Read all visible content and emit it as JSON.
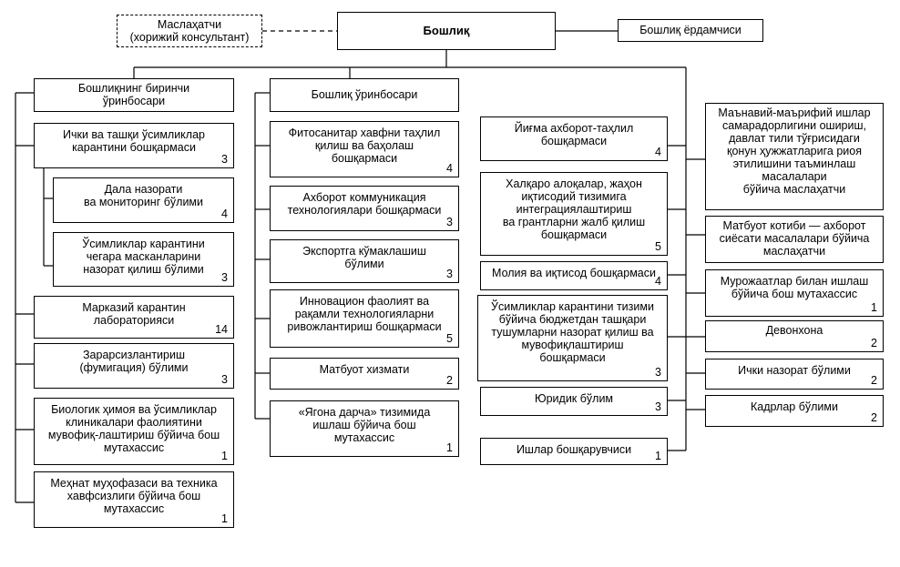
{
  "top": {
    "head": {
      "title": "Бошлиқ"
    },
    "consultant": {
      "title": "Маслаҳатчи\n(хорижий консультант)"
    },
    "assistant": {
      "title": "Бошлиқ ёрдамчиси"
    }
  },
  "col1": {
    "header": {
      "title": "Бошлиқнинг биринчи\nўринбосари"
    },
    "items": [
      {
        "title": "Ички ва ташқи ўсимликлар\nкарантини бошқармаси",
        "count": "3"
      },
      {
        "title": "Дала назорати\nва мониторинг бўлими",
        "count": "4"
      },
      {
        "title": "Ўсимликлар карантини\nчегара масканларини\nназорат қилиш бўлими",
        "count": "3"
      },
      {
        "title": "Марказий карантин\nлабораторияси",
        "count": "14"
      },
      {
        "title": "Зарарсизлантириш\n(фумигация) бўлими",
        "count": "3"
      },
      {
        "title": "Биологик ҳимоя ва ўсимликлар\nклиникалари фаолиятини\nмувофиқ-лаштириш бўйича бош\nмутахассис",
        "count": "1"
      },
      {
        "title": "Меҳнат муҳофазаси ва техника\nхавфсизлиги бўйича бош\nмутахассис",
        "count": "1"
      }
    ]
  },
  "col2": {
    "header": {
      "title": "Бошлиқ ўринбосари"
    },
    "items": [
      {
        "title": "Фитосанитар хавфни таҳлил\nқилиш ва баҳолаш\nбошқармаси",
        "count": "4"
      },
      {
        "title": "Ахборот коммуникация\nтехнологиялари бошқармаси",
        "count": "3"
      },
      {
        "title": "Экспортга кўмаклашиш\nбўлими",
        "count": "3"
      },
      {
        "title": "Инновацион фаолият ва\nрақамли технологияларни\nривожлантириш бошқармаси",
        "count": "5"
      },
      {
        "title": "Матбуот хизмати",
        "count": "2"
      },
      {
        "title": "«Ягона дарча» тизимида\nишлаш бўйича бош\nмутахассис",
        "count": "1"
      }
    ]
  },
  "col3": {
    "items": [
      {
        "title": "Йиғма ахборот-таҳлил\nбошқармаси",
        "count": "4"
      },
      {
        "title": "Халқаро алоқалар, жаҳон\nиқтисодий тизимига\nинтеграциялаштириш\nва грантларни жалб қилиш\nбошқармаси",
        "count": "5"
      },
      {
        "title": "Молия ва иқтисод бошқармаси",
        "count": "4"
      },
      {
        "title": "Ўсимликлар карантини тизими\nбўйича бюджетдан ташқари\nтушумларни назорат қилиш ва\nмувофиқлаштириш\nбошқармаси",
        "count": "3"
      },
      {
        "title": "Юридик бўлим",
        "count": "3"
      },
      {
        "title": "Ишлар бошқарувчиси",
        "count": "1"
      }
    ]
  },
  "col4": {
    "items": [
      {
        "title": "Маънавий-маърифий ишлар\nсамарадорлигини ошириш,\nдавлат тили тўғрисидаги\nқонун ҳужжатларига риоя\nэтилишини таъминлаш\nмасалалари\nбўйича маслаҳатчи",
        "count": ""
      },
      {
        "title": "Матбуот котиби — ахборот\nсиёсати масалалари бўйича\nмаслаҳатчи",
        "count": ""
      },
      {
        "title": "Мурожаатлар билан ишлаш\nбўйича бош мутахассис",
        "count": "1"
      },
      {
        "title": "Девонхона",
        "count": "2"
      },
      {
        "title": "Ички назорат бўлими",
        "count": "2"
      },
      {
        "title": "Кадрлар бўлими",
        "count": "2"
      }
    ]
  }
}
